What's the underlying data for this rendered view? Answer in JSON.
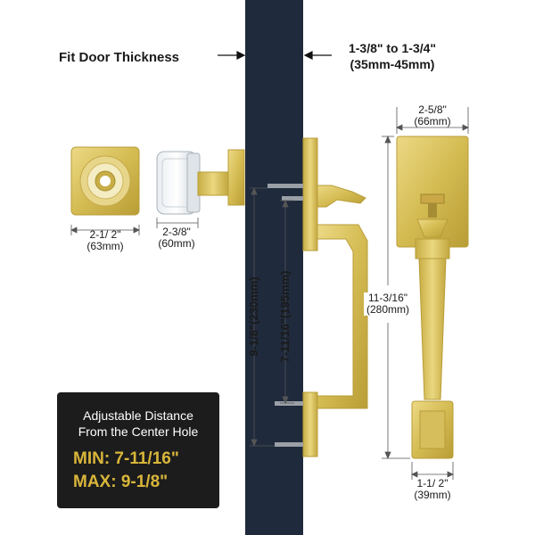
{
  "header": {
    "fit_label": "Fit Door Thickness",
    "thickness_imperial": "1-3/8\" to 1-3/4\"",
    "thickness_metric": "(35mm-45mm)"
  },
  "rosette": {
    "width_imperial": "2-1/ 2\"",
    "width_metric": "(63mm)"
  },
  "knob": {
    "width_imperial": "2-3/8\"",
    "width_metric": "(60mm)"
  },
  "handle_top": {
    "width_imperial": "2-5/8\"",
    "width_metric": "(66mm)"
  },
  "handle_height": {
    "imperial": "11-3/16\"",
    "metric": "(280mm)"
  },
  "handle_bottom": {
    "width_imperial": "1-1/ 2\"",
    "width_metric": "(39mm)"
  },
  "distances": {
    "max_label": "9-1/8\"(230mm)",
    "min_label": "7-11/16\"(195mm)"
  },
  "info_box": {
    "line1": "Adjustable Distance",
    "line2": "From the Center Hole",
    "min": "MIN: 7-11/16\"",
    "max": "MAX: 9-1/8\""
  },
  "colors": {
    "brass": "#d9c159",
    "door": "#1f2a3c",
    "box": "#1c1c1c",
    "accent": "#d9b63a"
  }
}
